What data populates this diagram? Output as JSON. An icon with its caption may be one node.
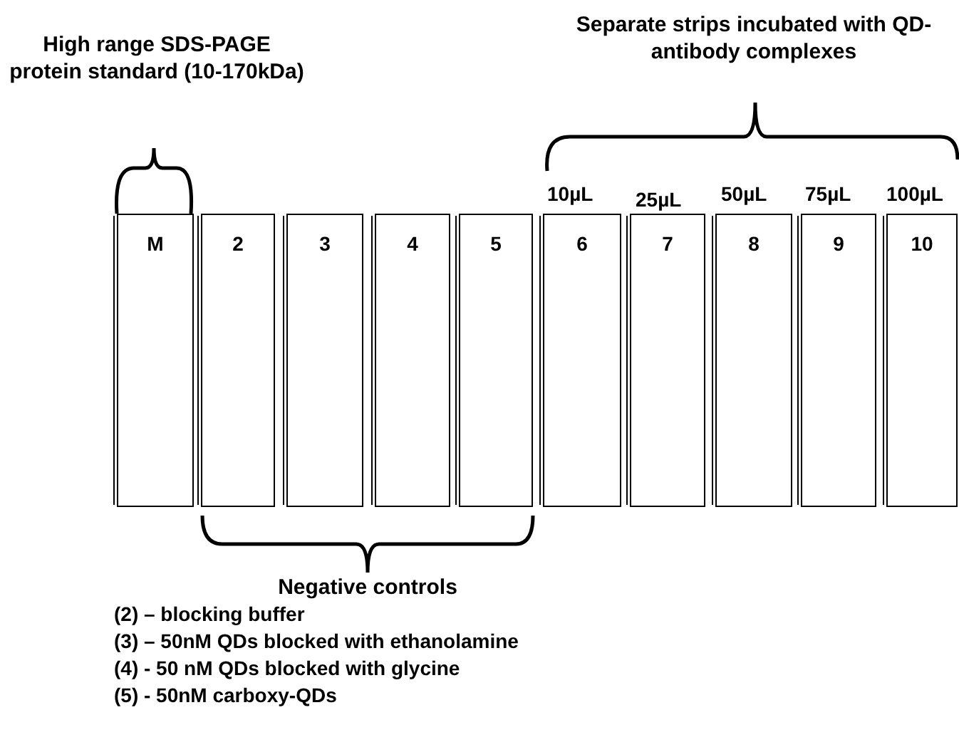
{
  "diagram": {
    "nodes": [
      {
        "text": [
          "M"
        ]
      },
      {
        "text": [
          "2"
        ]
      },
      {
        "text": [
          "3"
        ]
      },
      {
        "text": [
          "4"
        ]
      },
      {
        "text": [
          "5"
        ]
      },
      {
        "text": [
          "6"
        ]
      },
      {
        "text": [
          "7"
        ]
      },
      {
        "text": [
          "8"
        ]
      },
      {
        "text": [
          "9"
        ]
      },
      {
        "text": [
          "10"
        ]
      }
    ],
    "edges": [],
    "labels": [
      "High range SDS-PAGE protein standard (10-170kDa)",
      "Separate strips incubated with QD-antibody complexes",
      "10µL",
      "25µL",
      "50µL",
      "75µL",
      "100µL",
      "Negative controls",
      "(2) – blocking buffer",
      "(3) – 50nM QDs blocked with ethanolamine",
      "(4) - 50 nM QDs blocked with glycine",
      "(5) - 50nM carboxy-QDs"
    ]
  }
}
